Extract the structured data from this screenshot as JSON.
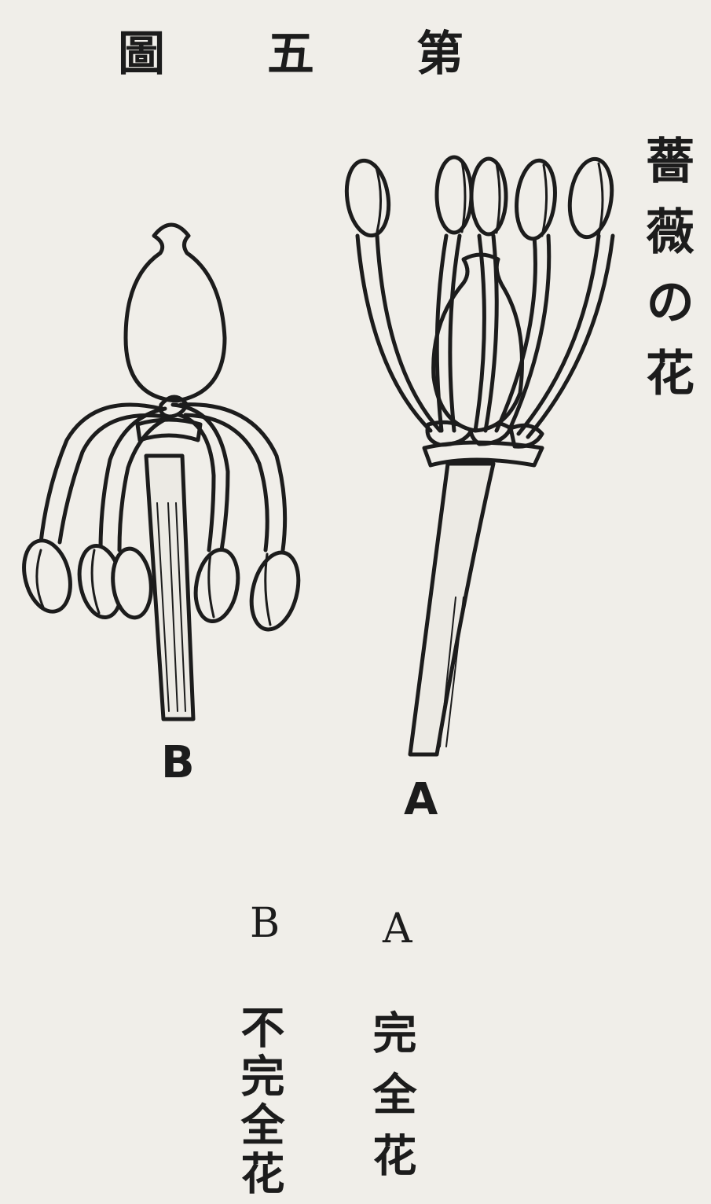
{
  "header": {
    "chars": [
      "圖",
      "五",
      "第"
    ]
  },
  "side_title": "薔薇の花",
  "figures": {
    "A": {
      "label": "A"
    },
    "B": {
      "label": "B"
    }
  },
  "captions": {
    "A": {
      "letter": "A",
      "text": "完全花"
    },
    "B": {
      "letter": "B",
      "text": "不完全花"
    }
  },
  "colors": {
    "paper": "#f0eee9",
    "ink": "#1c1c1c"
  }
}
